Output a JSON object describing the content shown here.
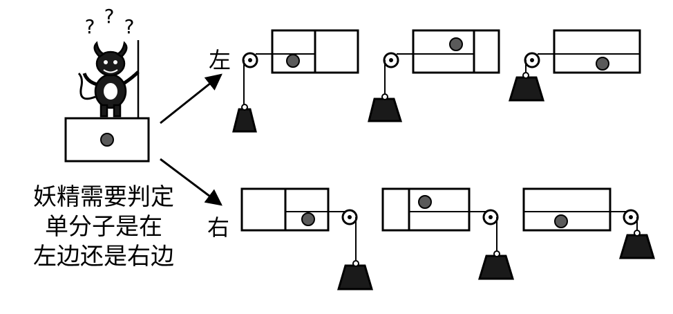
{
  "question_marks": [
    "?",
    "?",
    "?"
  ],
  "caption_lines": [
    "妖精需要判定",
    "单分子是在",
    "左边还是右边"
  ],
  "label_left": "左",
  "label_right": "右",
  "colors": {
    "stroke": "#000000",
    "molecule": "#5a5a5a",
    "weight": "#1a1a1a",
    "background": "#ffffff"
  }
}
